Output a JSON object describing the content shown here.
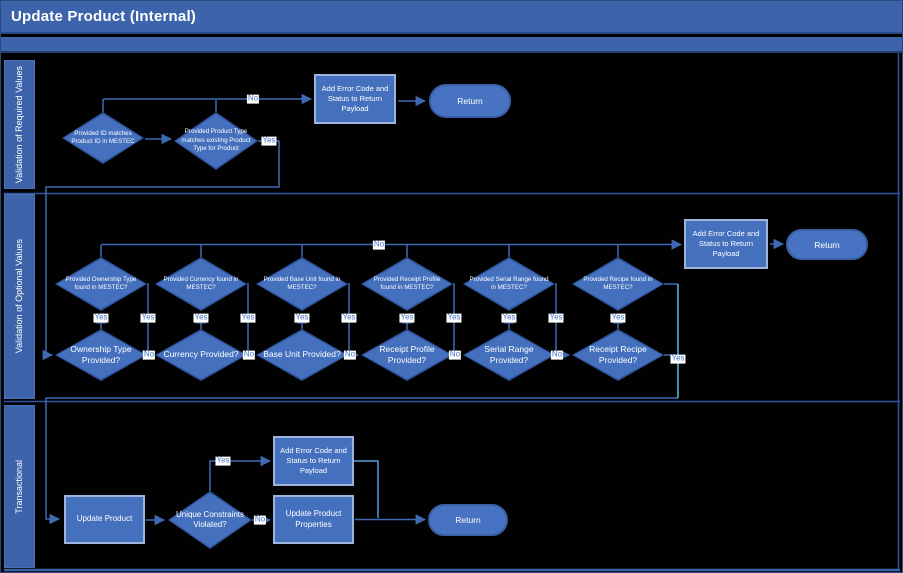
{
  "title": "Update Product (Internal)",
  "labels": {
    "yes": "Yes",
    "no": "No"
  },
  "colors": {
    "header_blue": "#3d64aa",
    "shape_fill": "#4470be",
    "connector_blue": "#3f6ab2",
    "connector_cyan": "#4fc1e9",
    "connector_light": "#5b9bd5"
  },
  "lanes": [
    {
      "label": "Validation of Required Values"
    },
    {
      "label": "Validation of Optional Values"
    },
    {
      "label": "Transactional"
    }
  ],
  "lane1": {
    "decision_id_match": "Provided ID matches Product ID in MESTEC",
    "decision_type_match": "Provided Product Type matches existing Product Type for Product",
    "error_box": "Add Error Code and Status to Return Payload",
    "return_label": "Return"
  },
  "lane2": {
    "pairs": [
      {
        "provided": "Ownership Type Provided?",
        "check": "Provided Ownership Type found in MESTEC?"
      },
      {
        "provided": "Currency Provided?",
        "check": "Provided Currency found in MESTEC?"
      },
      {
        "provided": "Base Unit Provided?",
        "check": "Provided Base Unit found in MESTEC?"
      },
      {
        "provided": "Receipt Profile Provided?",
        "check": "Provided Receipt Profile found in MESTEC?"
      },
      {
        "provided": "Serial Range Provided?",
        "check": "Provided Serial Range found in MESTEC?"
      },
      {
        "provided": "Receipt Recipe Provided?",
        "check": "Provided Recipe found in MESTEC?"
      }
    ],
    "error_box": "Add Error Code and Status to Return Payload",
    "return_label": "Return"
  },
  "lane3": {
    "update_product": "Update Product",
    "decision_unique": "Unique Constraints Violated?",
    "error_box": "Add Error Code and Status to Return Payload",
    "update_properties": "Update Product Properties",
    "return_label": "Return"
  }
}
